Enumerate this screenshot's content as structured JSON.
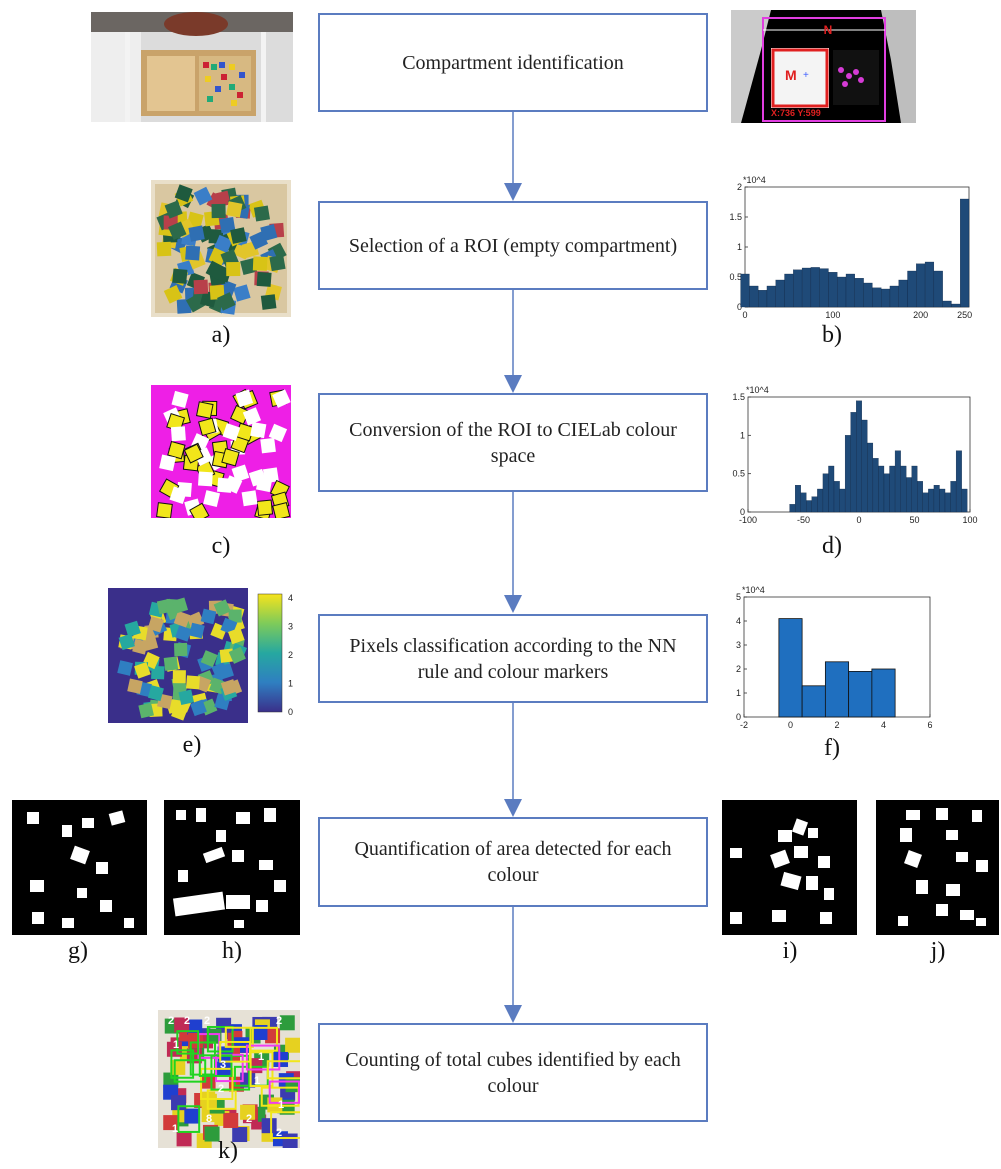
{
  "steps": [
    "Compartment identification",
    "Selection of a ROI (empty compartment)",
    "Conversion of the ROI to CIELab colour space",
    "Pixels classification according to the NN rule and colour markers",
    "Quantification of area detected for each colour",
    "Counting of total cubes identified by each colour"
  ],
  "captions": {
    "a": "a)",
    "b": "b)",
    "c": "c)",
    "d": "d)",
    "e": "e)",
    "f": "f)",
    "g": "g)",
    "h": "h)",
    "i": "i)",
    "j": "j)",
    "k": "k)"
  },
  "detection": {
    "marker_n": "N",
    "marker_m": "M",
    "coords": "X:736  Y:599"
  },
  "colorbar_ticks": [
    "4",
    "3",
    "2",
    "1",
    "0"
  ],
  "count_labels": [
    "2",
    "2",
    "2",
    "2",
    "1",
    "3",
    "1",
    "1",
    "2",
    "8",
    "1",
    "2",
    "1",
    "2"
  ],
  "chart_data": [
    {
      "type": "bar",
      "id": "b",
      "exponent": "*10^4",
      "xticks": [
        "0",
        "100",
        "200",
        "250"
      ],
      "yticks": [
        "0",
        "0.5",
        "1",
        "1.5",
        "2"
      ],
      "xlim": [
        0,
        255
      ],
      "ylim": [
        0,
        2
      ],
      "x": [
        0,
        10,
        20,
        30,
        40,
        50,
        60,
        70,
        80,
        90,
        100,
        110,
        120,
        130,
        140,
        150,
        160,
        170,
        180,
        190,
        200,
        210,
        220,
        230,
        240,
        250
      ],
      "values": [
        0.55,
        0.35,
        0.28,
        0.35,
        0.45,
        0.55,
        0.62,
        0.65,
        0.66,
        0.64,
        0.58,
        0.5,
        0.55,
        0.48,
        0.4,
        0.32,
        0.3,
        0.35,
        0.45,
        0.6,
        0.72,
        0.75,
        0.6,
        0.1,
        0.05,
        1.8
      ]
    },
    {
      "type": "bar",
      "id": "d",
      "exponent": "*10^4",
      "xticks": [
        "-100",
        "-50",
        "0",
        "50",
        "100"
      ],
      "yticks": [
        "0",
        "0.5",
        "1",
        "1.5"
      ],
      "xlim": [
        -100,
        100
      ],
      "ylim": [
        0,
        1.5
      ],
      "x": [
        -60,
        -55,
        -50,
        -45,
        -40,
        -35,
        -30,
        -25,
        -20,
        -15,
        -10,
        -5,
        0,
        5,
        10,
        15,
        20,
        25,
        30,
        35,
        40,
        45,
        50,
        55,
        60,
        65,
        70,
        75,
        80,
        85,
        90,
        95
      ],
      "values": [
        0.1,
        0.35,
        0.25,
        0.15,
        0.2,
        0.3,
        0.5,
        0.6,
        0.4,
        0.3,
        1.0,
        1.3,
        1.45,
        1.2,
        0.9,
        0.7,
        0.6,
        0.5,
        0.6,
        0.8,
        0.6,
        0.45,
        0.6,
        0.4,
        0.25,
        0.3,
        0.35,
        0.3,
        0.25,
        0.4,
        0.8,
        0.3
      ]
    },
    {
      "type": "bar",
      "id": "f",
      "exponent": "*10^4",
      "xticks": [
        "-2",
        "0",
        "2",
        "4",
        "6"
      ],
      "yticks": [
        "0",
        "1",
        "2",
        "3",
        "4",
        "5"
      ],
      "xlim": [
        -2,
        6
      ],
      "ylim": [
        0,
        5
      ],
      "categories": [
        0,
        1,
        2,
        3,
        4
      ],
      "values": [
        4.1,
        1.3,
        2.3,
        1.9,
        2.0
      ]
    }
  ]
}
